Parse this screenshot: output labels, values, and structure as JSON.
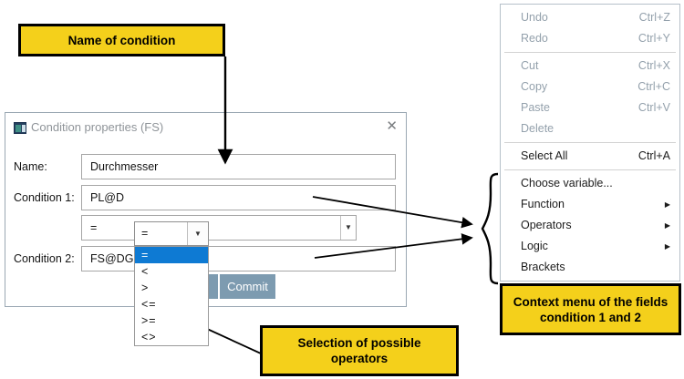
{
  "callouts": {
    "name_of_condition": "Name of condition",
    "selection_line1": "Selection of possible",
    "selection_line2": "operators",
    "context_line1": "Context menu of the fields",
    "context_line2": "condition 1 and 2"
  },
  "dialog": {
    "title": "Condition properties (FS)",
    "close_glyph": "✕",
    "name_label": "Name:",
    "name_value": "Durchmesser",
    "cond1_label": "Condition 1:",
    "cond1_value": "PL@D",
    "cond2_label": "Condition 2:",
    "cond2_value": "FS@DG",
    "operator_selected": "=",
    "combo_arrow": "▼",
    "commit_label": "Commit",
    "operators": [
      "=",
      "<",
      ">",
      "<=",
      ">=",
      "<>"
    ]
  },
  "context_menu": {
    "items": [
      {
        "label": "Undo",
        "shortcut": "Ctrl+Z",
        "enabled": false
      },
      {
        "label": "Redo",
        "shortcut": "Ctrl+Y",
        "enabled": false
      },
      {
        "label": "Cut",
        "shortcut": "Ctrl+X",
        "enabled": false
      },
      {
        "label": "Copy",
        "shortcut": "Ctrl+C",
        "enabled": false
      },
      {
        "label": "Paste",
        "shortcut": "Ctrl+V",
        "enabled": false
      },
      {
        "label": "Delete",
        "shortcut": "",
        "enabled": false
      },
      {
        "label": "Select All",
        "shortcut": "Ctrl+A",
        "enabled": true
      },
      {
        "label": "Choose variable...",
        "shortcut": "",
        "enabled": true
      },
      {
        "label": "Function",
        "shortcut": "▶",
        "enabled": true
      },
      {
        "label": "Operators",
        "shortcut": "▶",
        "enabled": true
      },
      {
        "label": "Logic",
        "shortcut": "▶",
        "enabled": true
      },
      {
        "label": "Brackets",
        "shortcut": "",
        "enabled": true
      }
    ]
  },
  "colors": {
    "callout_yellow": "#F4D01B",
    "selection_blue": "#0E7AD3",
    "button_blue": "#7D9BB0"
  }
}
